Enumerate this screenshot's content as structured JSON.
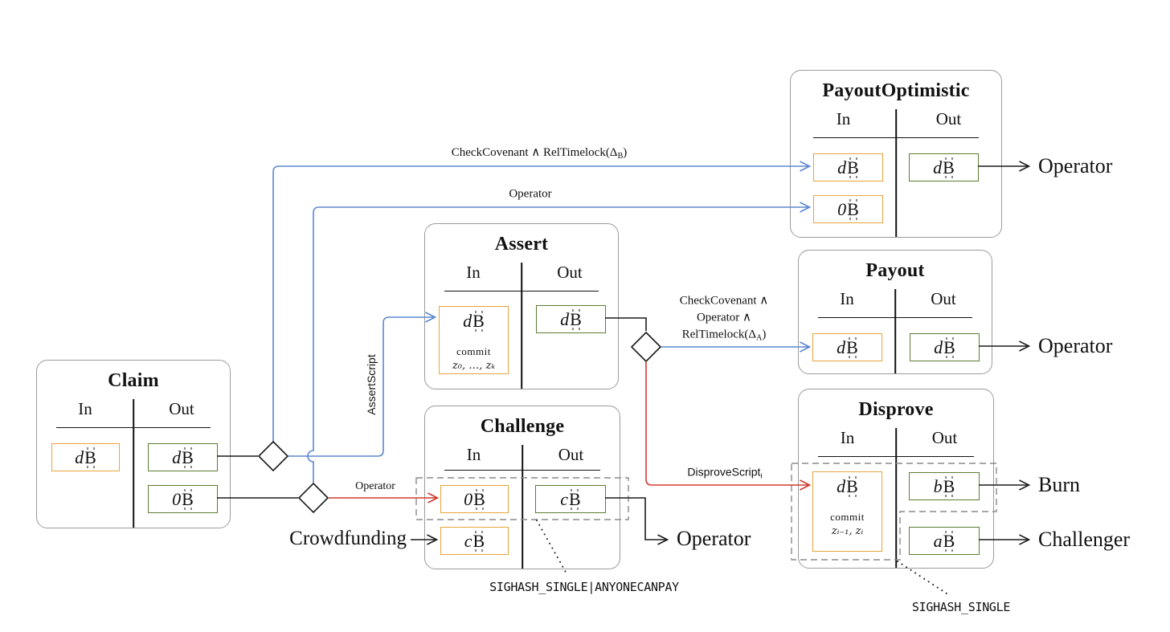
{
  "currency": {
    "symbol": "B",
    "symbol_name": "bitcoin-sign"
  },
  "colors": {
    "input_border": "#e8a33c",
    "output_border": "#5a7d2f",
    "blue_edge": "#5b87cf",
    "red_edge": "#d03a2e",
    "black_edge": "#1a1a1a",
    "box_border": "#9b9b9b",
    "dashed_region": "#8a8a8a"
  },
  "transactions": {
    "claim": {
      "title": "Claim",
      "in_header": "In",
      "out_header": "Out",
      "inputs": {
        "i0": {
          "value": "d"
        }
      },
      "outputs": {
        "o0": {
          "value": "d"
        },
        "o1": {
          "value": "0"
        }
      }
    },
    "assert": {
      "title": "Assert",
      "in_header": "In",
      "out_header": "Out",
      "inputs": {
        "i0": {
          "value": "d",
          "commit_label": "commit",
          "commit_values": "z₀, …, zₖ"
        }
      },
      "outputs": {
        "o0": {
          "value": "d"
        }
      }
    },
    "challenge": {
      "title": "Challenge",
      "in_header": "In",
      "out_header": "Out",
      "inputs": {
        "i0": {
          "value": "0"
        },
        "i1": {
          "value": "c"
        }
      },
      "outputs": {
        "o0": {
          "value": "c"
        }
      }
    },
    "payout_optimistic": {
      "title": "PayoutOptimistic",
      "in_header": "In",
      "out_header": "Out",
      "inputs": {
        "i0": {
          "value": "d"
        },
        "i1": {
          "value": "0"
        }
      },
      "outputs": {
        "o0": {
          "value": "d"
        }
      }
    },
    "payout": {
      "title": "Payout",
      "in_header": "In",
      "out_header": "Out",
      "inputs": {
        "i0": {
          "value": "d"
        }
      },
      "outputs": {
        "o0": {
          "value": "d"
        }
      }
    },
    "disprove": {
      "title": "Disprove",
      "in_header": "In",
      "out_header": "Out",
      "inputs": {
        "i0": {
          "value": "d",
          "commit_label": "commit",
          "commit_values": "zᵢ₋₁, zᵢ"
        }
      },
      "outputs": {
        "o0": {
          "value": "b"
        },
        "o1": {
          "value": "a"
        }
      }
    }
  },
  "edges": {
    "claim_to_payout_optimistic_1": {
      "label_prefix": "CheckCovenant ∧ RelTimelock(Δ",
      "label_sub": "B",
      "label_suffix": ")"
    },
    "claim_to_payout_optimistic_2": {
      "label": "Operator"
    },
    "claim_to_assert": {
      "label": "AssertScript"
    },
    "claim_to_challenge": {
      "label": "Operator"
    },
    "crowdfunding_to_challenge": {
      "label": "Crowdfunding"
    },
    "assert_to_payout": {
      "line1": "CheckCovenant ∧",
      "line2": "Operator ∧",
      "line3_prefix": "RelTimelock(Δ",
      "line3_sub": "A",
      "line3_suffix": ")"
    },
    "assert_to_disprove": {
      "label_prefix": "DisproveScript",
      "label_sub": "i"
    }
  },
  "terminals": {
    "payout_optimistic_operator": "Operator",
    "payout_operator": "Operator",
    "challenge_operator": "Operator",
    "burn": "Burn",
    "challenger": "Challenger"
  },
  "annotations": {
    "challenge_sighash": "SIGHASH_SINGLE|ANYONECANPAY",
    "disprove_sighash": "SIGHASH_SINGLE"
  }
}
